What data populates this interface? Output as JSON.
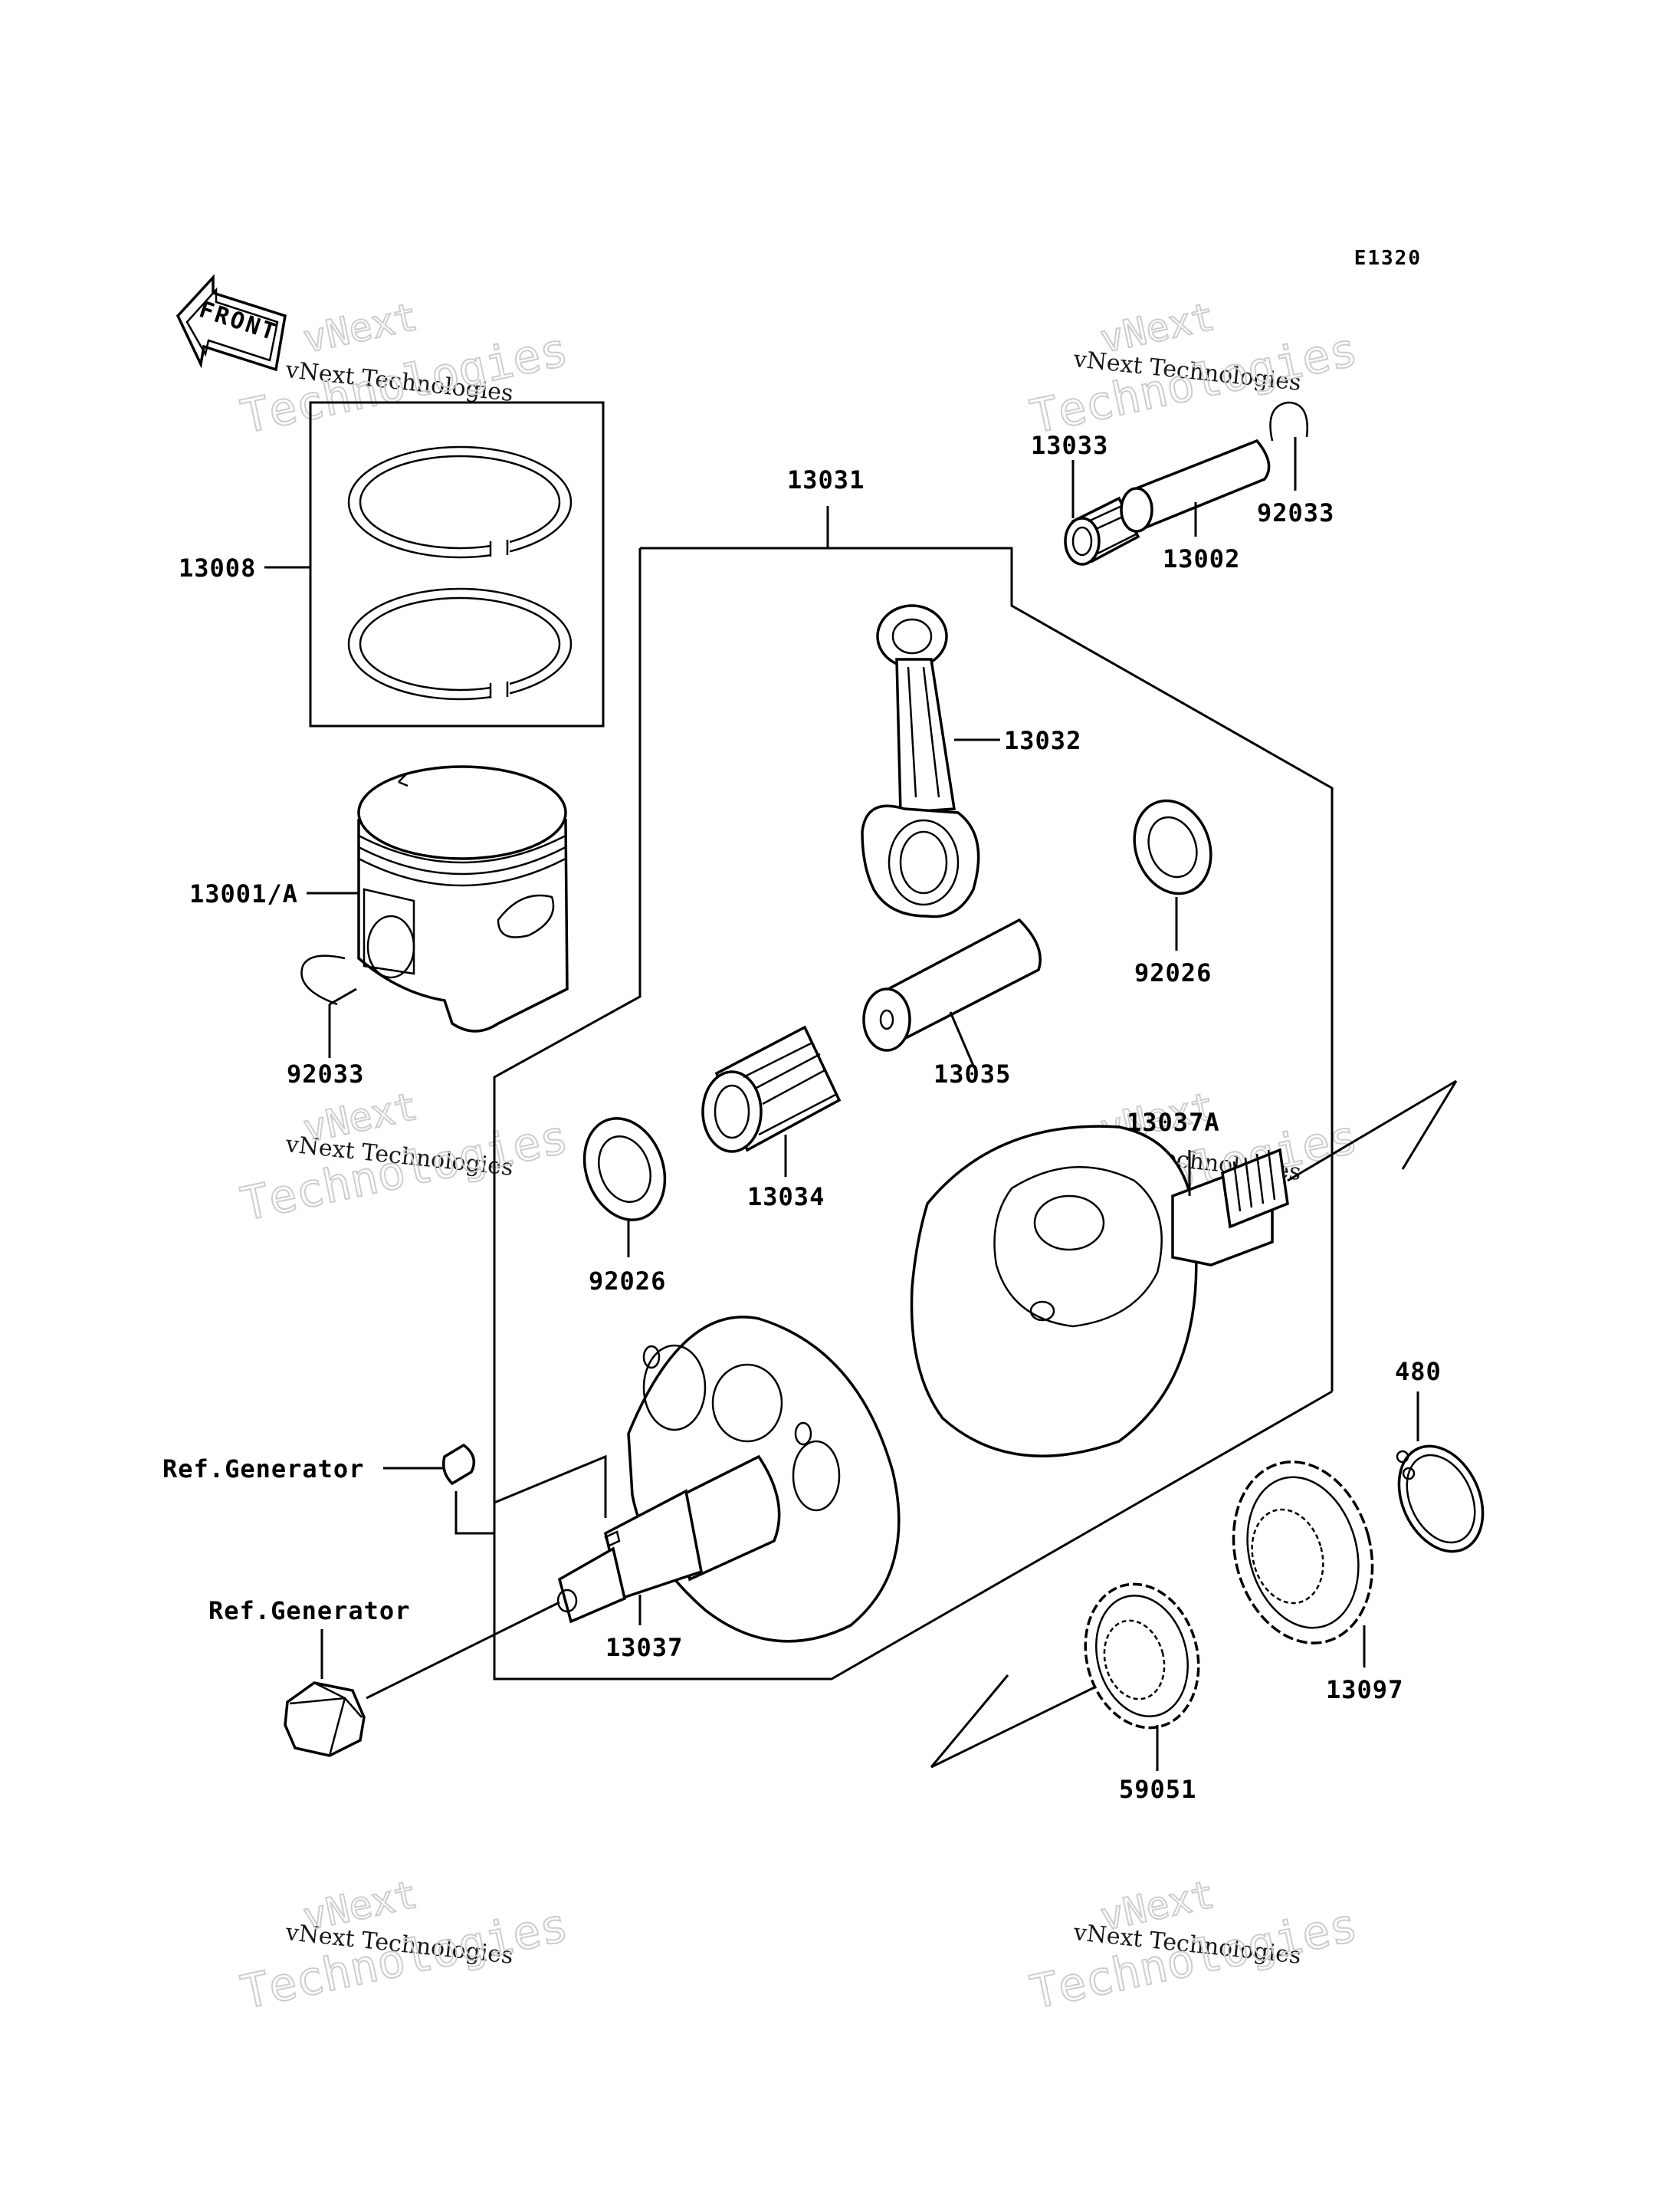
{
  "diagram": {
    "code": "E1320",
    "front_label": "FRONT",
    "watermark": {
      "line1": "vNext Technologies",
      "line2": "Technologies",
      "line3": "vNext"
    },
    "labels": {
      "p13008": "13008",
      "p13031": "13031",
      "p13033": "13033",
      "p13002": "13002",
      "p92033_top": "92033",
      "p13032": "13032",
      "p13001a": "13001/A",
      "p92026_right": "92026",
      "p92033_left": "92033",
      "p13035": "13035",
      "p13034": "13034",
      "p13037a": "13037A",
      "p92026_left": "92026",
      "p480": "480",
      "ref_generator_key": "Ref.Generator",
      "ref_generator_nut": "Ref.Generator",
      "p13037": "13037",
      "p13097": "13097",
      "p59051": "59051"
    }
  }
}
